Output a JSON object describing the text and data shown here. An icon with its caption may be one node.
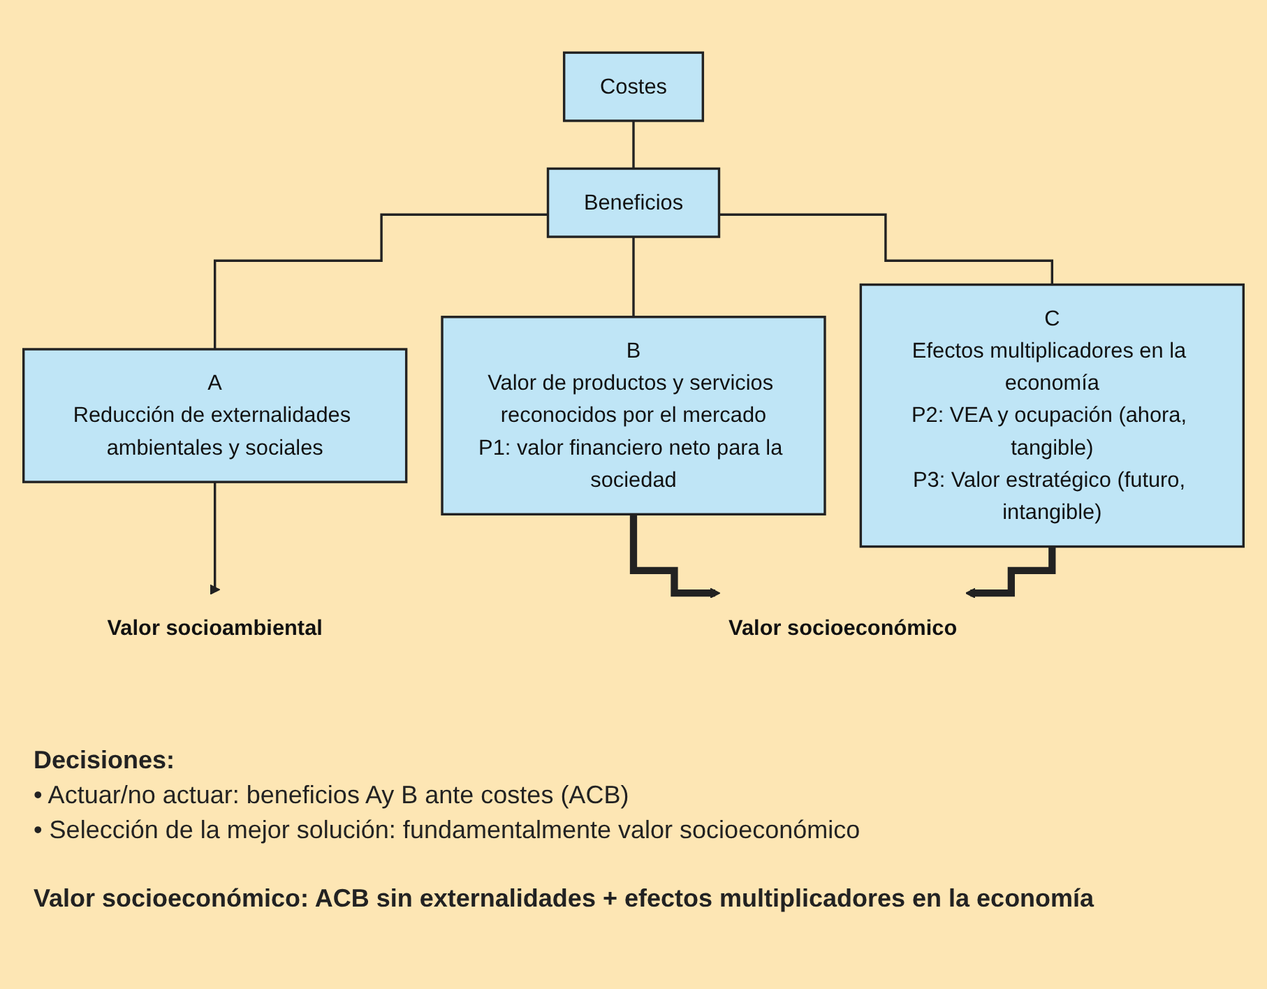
{
  "diagram": {
    "nodes": [
      {
        "text": [
          "Costes"
        ]
      },
      {
        "text": [
          "Beneficios"
        ]
      },
      {
        "text": [
          "A",
          "Reducción de externalidades ambientales y sociales"
        ]
      },
      {
        "text": [
          "B",
          "Valor de productos y servicios reconocidos por el mercado",
          "P1: valor financiero neto para la sociedad"
        ]
      },
      {
        "text": [
          "C",
          "Efectos multiplicadores en la economía",
          "P2: VEA y ocupación (ahora, tangible)",
          "P3: Valor estratégico (futuro, intangible)"
        ]
      },
      {
        "text": [
          "Valor socioambiental"
        ]
      },
      {
        "text": [
          "Valor socioeconómico"
        ]
      }
    ],
    "edges": [
      {
        "from": 0,
        "to": 1,
        "arrow": "none"
      },
      {
        "from": 1,
        "to": 2,
        "arrow": "none"
      },
      {
        "from": 1,
        "to": 3,
        "arrow": "none"
      },
      {
        "from": 1,
        "to": 4,
        "arrow": "none"
      },
      {
        "from": 2,
        "to": 5,
        "arrow": "to"
      },
      {
        "from": 3,
        "to": 6,
        "arrow": "to",
        "style": "thick"
      },
      {
        "from": 4,
        "to": 6,
        "arrow": "to",
        "style": "thick"
      }
    ],
    "labels": [
      "Decisiones:",
      "• Actuar/no actuar: beneficios Ay B ante costes (ACB)",
      "• Selección de la mejor solución: fundamentalmente valor socioeconómico",
      "Valor socioeconómico: ACB sin externalidades + efectos multiplicadores en la economía"
    ]
  }
}
